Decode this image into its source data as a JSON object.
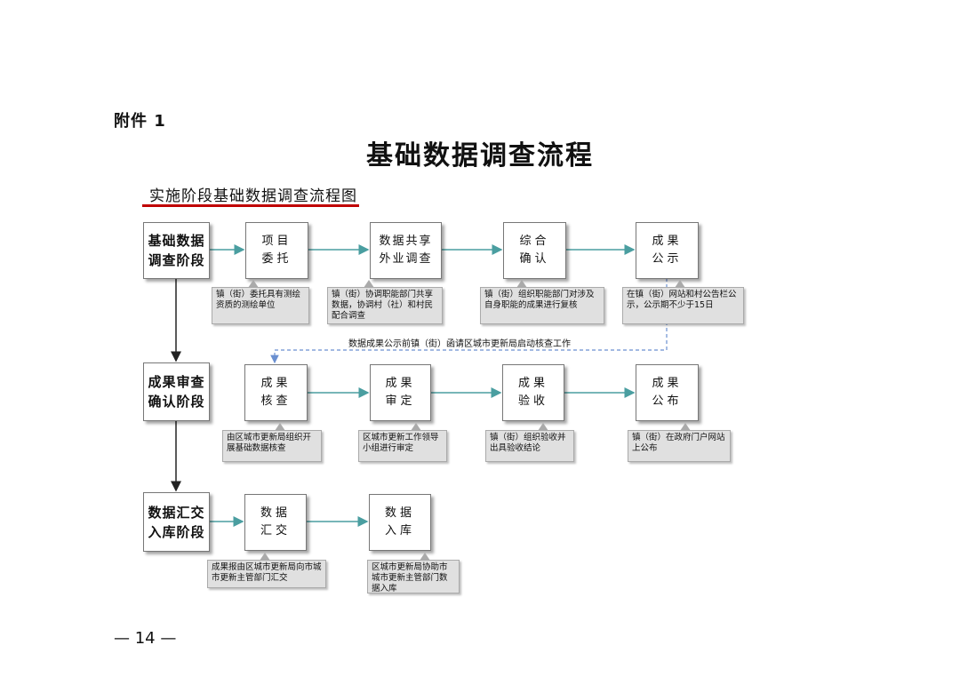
{
  "header": {
    "attachment": "附件 1",
    "title": "基础数据调查流程",
    "subtitle": "实施阶段基础数据调查流程图"
  },
  "stages": {
    "s1": "基础数据\n调查阶段",
    "s2": "成果审查\n确认阶段",
    "s3": "数据汇交\n入库阶段"
  },
  "row1": {
    "steps": [
      "项目\n委托",
      "数据共享\n外业调查",
      "综合\n确认",
      "成果\n公示"
    ],
    "notes": [
      "镇（街）委托具有测绘资质的测绘单位",
      "镇（街）协调职能部门共享数据，协调村（社）和村民配合调查",
      "镇（街）组织职能部门对涉及自身职能的成果进行复核",
      "在镇（街）网站和村公告栏公示，公示期不少于15日"
    ]
  },
  "feedback": "数据成果公示前镇（街）函请区城市更新局启动核查工作",
  "row2": {
    "steps": [
      "成果\n核查",
      "成果\n审定",
      "成果\n验收",
      "成果\n公布"
    ],
    "notes": [
      "由区城市更新局组织开展基础数据核查",
      "区城市更新工作领导小组进行审定",
      "镇（街）组织验收并出具验收结论",
      "镇（街）在政府门户网站上公布"
    ]
  },
  "row3": {
    "steps": [
      "数据\n汇交",
      "数据\n入库"
    ],
    "notes": [
      "成果报由区城市更新局向市城市更新主管部门汇交",
      "区城市更新局协助市城市更新主管部门数据入库"
    ]
  },
  "footer": {
    "page": "— 14 —"
  },
  "colors": {
    "arrow": "#4a9ea0",
    "underline": "#c00000",
    "note_bg": "#e0e0e0"
  }
}
